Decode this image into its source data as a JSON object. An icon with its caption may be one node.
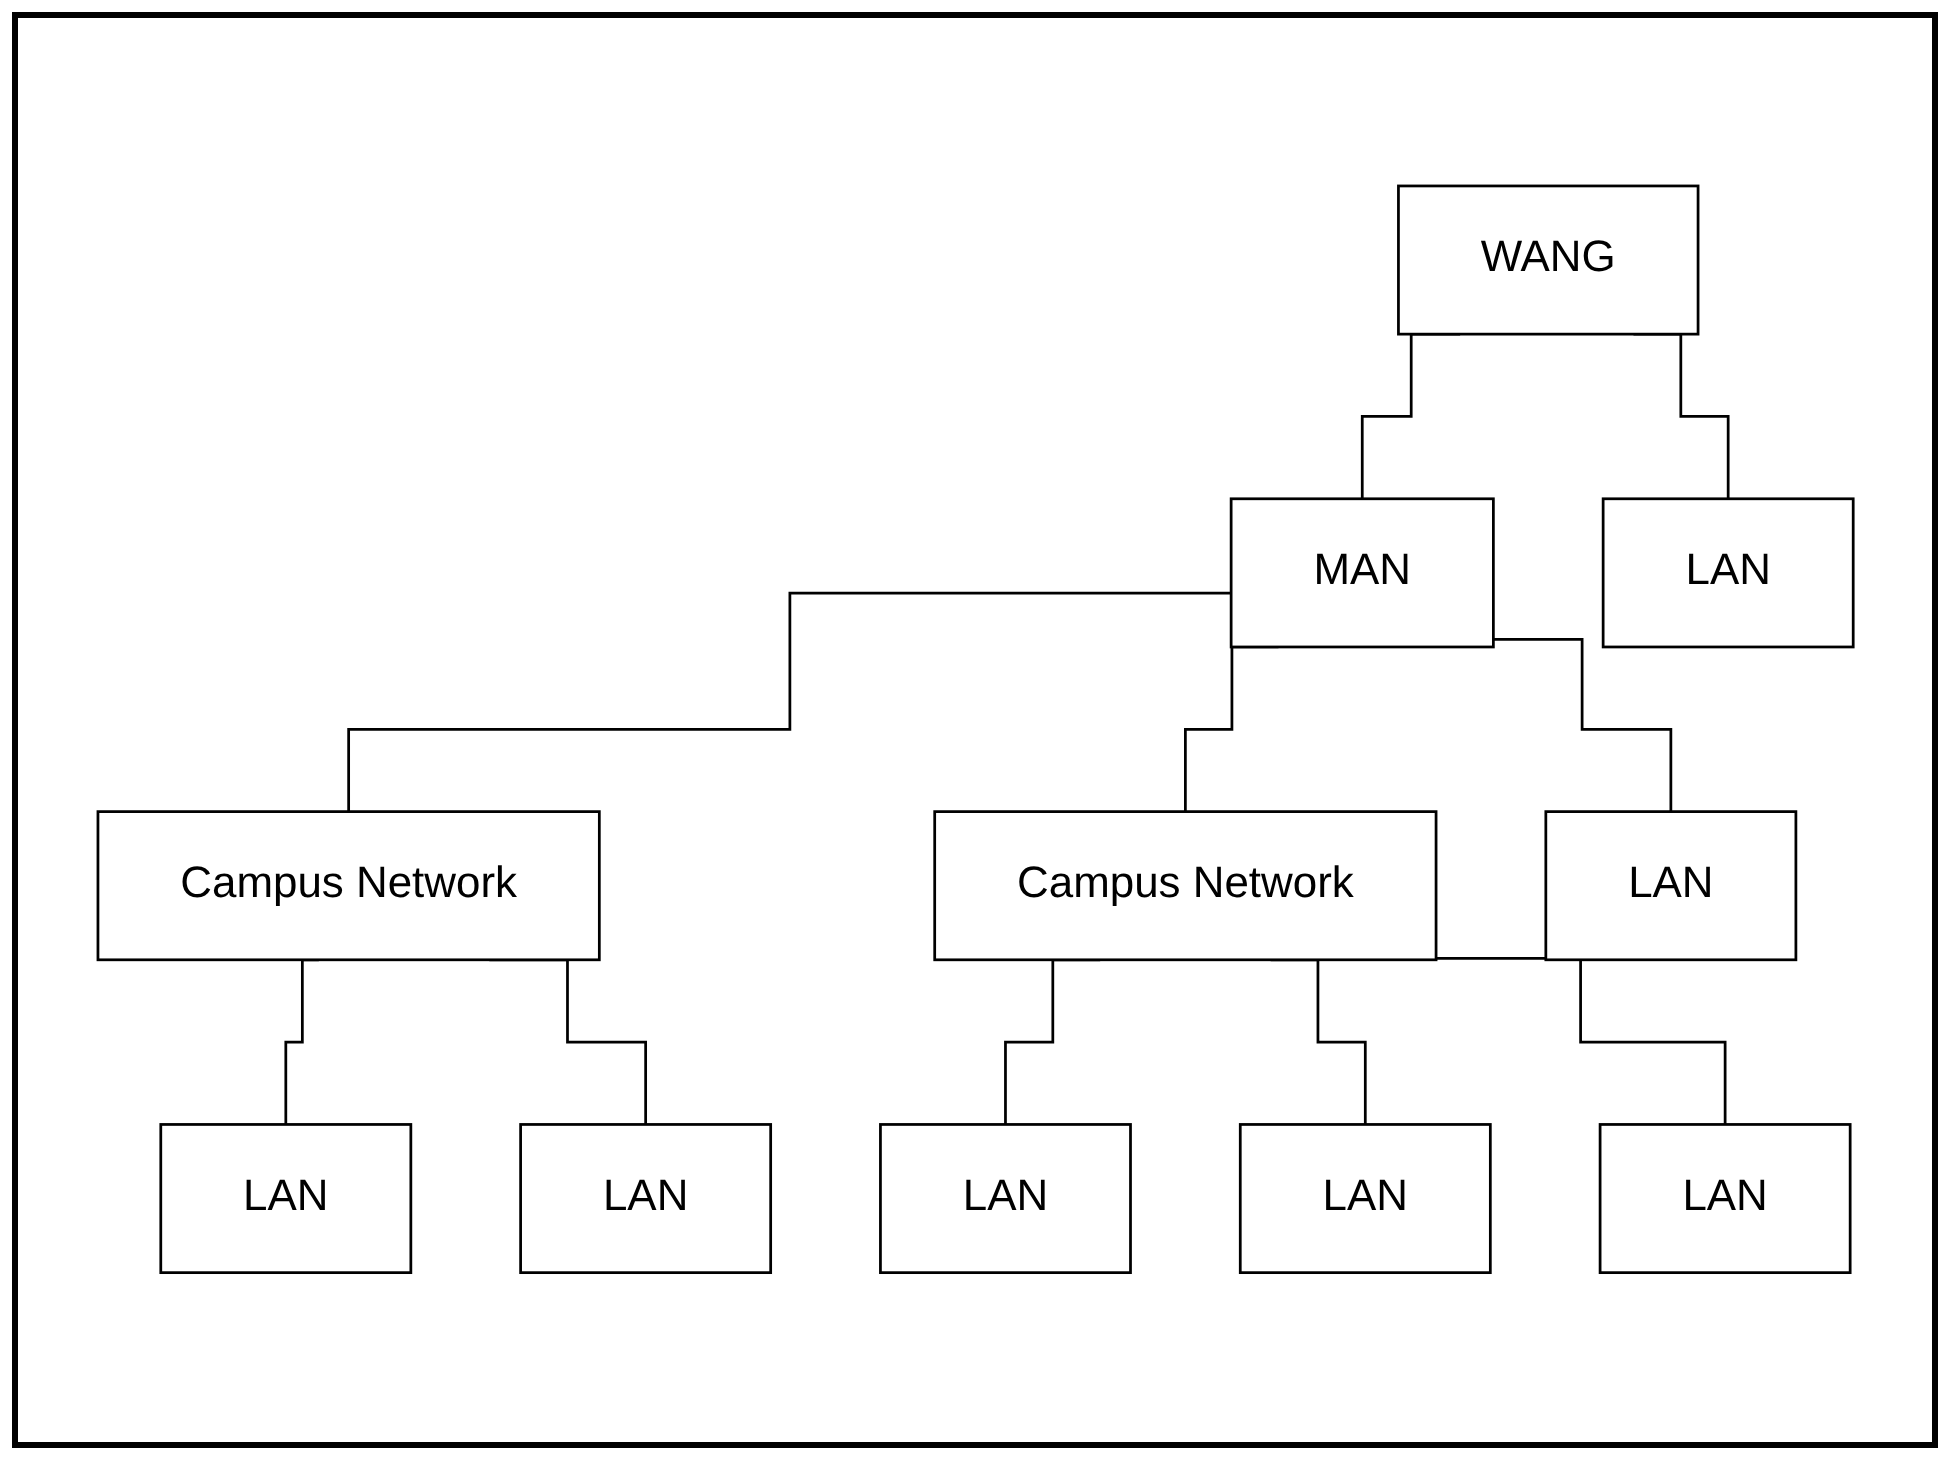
{
  "diagram": {
    "nodes": [
      {
        "text": [
          "WANG"
        ]
      },
      {
        "text": [
          "MAN"
        ]
      },
      {
        "text": [
          "Campus Network"
        ]
      },
      {
        "text": [
          "Campus Network"
        ]
      },
      {
        "text": [
          "LAN"
        ]
      },
      {
        "text": [
          "LAN"
        ]
      },
      {
        "text": [
          "LAN"
        ]
      },
      {
        "text": [
          "LAN"
        ]
      },
      {
        "text": [
          "LAN"
        ]
      },
      {
        "text": [
          "LAN"
        ]
      },
      {
        "text": [
          "LAN"
        ]
      }
    ],
    "edges": [
      {
        "from": 0,
        "to": 4,
        "arrow": "none"
      },
      {
        "from": 0,
        "to": 1,
        "arrow": "none"
      },
      {
        "from": 1,
        "to": 5,
        "arrow": "none"
      },
      {
        "from": 1,
        "to": 2,
        "arrow": "none"
      },
      {
        "from": 1,
        "to": 3,
        "arrow": "none"
      },
      {
        "from": 2,
        "to": 6,
        "arrow": "none"
      },
      {
        "from": 2,
        "to": 7,
        "arrow": "none"
      },
      {
        "from": 3,
        "to": 8,
        "arrow": "none"
      },
      {
        "from": 3,
        "to": 9,
        "arrow": "none"
      },
      {
        "from": 3,
        "to": 10,
        "arrow": "none"
      }
    ]
  }
}
